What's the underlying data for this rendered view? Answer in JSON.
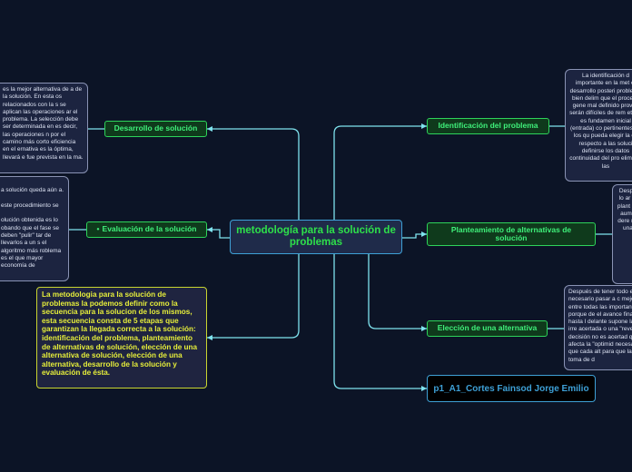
{
  "central": "metodología para la solución de problemas",
  "topics": {
    "desarrollo": "Desarrollo de solución",
    "evaluacion": "Evaluación de la solución",
    "identificacion": "Identificación del problema",
    "planteamiento": "Planteamiento de alternativas de solución",
    "eleccion": "Elección de una alternativa"
  },
  "topic_marker": "•",
  "notes": {
    "desarrollo": "es la mejor alternativa de a de la solución. En esta os relacionados con la s se aplican las operaciones ar el problema. La selección debe ser determinada en es decir, las operaciones n por el camino más corto eficiencia en el ernativa es la óptima, llevará e fue prevista en la ma.",
    "evaluacion": "a solución queda aún a.\n\neste procedimiento se\n\nolución obtenida es lo obando que el fase se deben \"pulir\" tar de llevarlos a un s el algoritmo más roblema es el que mayor economía de",
    "identificacion": "La identificación d importante en la met el desarrollo posteri problema bien delim que el proceso gene mal definido provoc serán difíciles de rem etapa es fundamen inicial (entrada) co pertinentes de los qu pueda elegir la co respecto a las soluci definirse los datos continuidad del pro eliminar las",
    "planteamiento": "Desp de lo ar c al plant de s aum de dere núm una c",
    "eleccion": "Después de tener todo es necesario pasar a c mejor entre todas las importante porque de el avance final hasta l delante supone la irre acertada o una \"rever decisión no es acertad que afecta la \"optimid necesario que cada alt para que la toma de d"
  },
  "summary": "La metodologia para la solución de problemas la podemos definir como la secuencia para la solucion de los mismos, esta secuencia consta de 5 etapas que garantizan la llegada correcta a la solución: identificación del problema, planteamiento de alternativas de solución, elección de una alternativa de solución, elección de una alternativa, desarrollo de la solución y evaluación de ésta.",
  "author": "p1_A1_Cortes Fainsod Jorge Emilio",
  "colors": {
    "background": "#0c1426",
    "connector": "#7fe3ee",
    "topic_text": "#3ff07a",
    "summary_text": "#e6ee3a",
    "author_text": "#3ea0d6"
  }
}
